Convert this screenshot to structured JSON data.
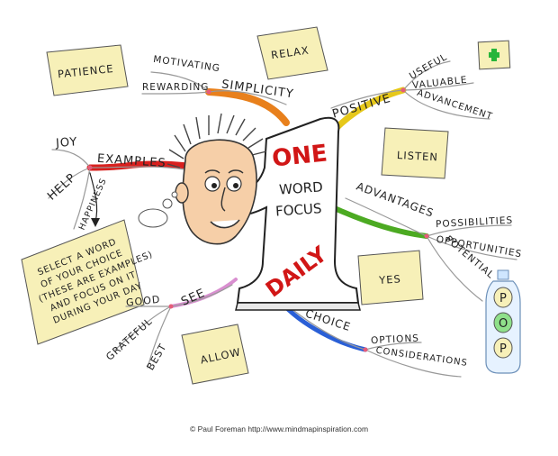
{
  "center": {
    "one": "ONE",
    "word": "WORD",
    "focus": "FOCUS",
    "daily": "DAILY"
  },
  "branches": {
    "simplicity": {
      "label": "SIMPLICITY",
      "children": [
        "MOTIVATING",
        "REWARDING"
      ]
    },
    "positive": {
      "label": "POSITIVE",
      "children": [
        "USEFUL",
        "VALUABLE",
        "ADVANCEMENT"
      ]
    },
    "examples": {
      "label": "EXAMPLES",
      "children": [
        "JOY",
        "HELP",
        "HAPPINESS"
      ]
    },
    "advantages": {
      "label": "ADVANTAGES",
      "children": [
        "POSSIBILITIES",
        "OPPORTUNITIES",
        "POTENTIAL"
      ]
    },
    "see": {
      "label": "SEE",
      "children": [
        "GOOD",
        "GRATEFUL",
        "BEST"
      ]
    },
    "choice": {
      "label": "CHOICE",
      "children": [
        "OPTIONS",
        "CONSIDERATIONS"
      ]
    }
  },
  "notes": {
    "patience": "PATIENCE",
    "relax": "RELAX",
    "listen": "LISTEN",
    "yes": "YES",
    "allow": "ALLOW",
    "select": [
      "SELECT A WORD",
      "OF YOUR CHOICE",
      "(THESE ARE EXAMPLES)",
      "AND FOCUS ON IT",
      "DURING YOUR DAY"
    ]
  },
  "bottle_letters": [
    "P",
    "O",
    "P"
  ],
  "credit": "© Paul Foreman http://www.mindmapinspiration.com",
  "colors": {
    "simplicity": "#e8801c",
    "positive": "#e6c81a",
    "examples": "#d8201e",
    "advantages": "#4caa22",
    "see": "#d98fd0",
    "choice": "#2a5fd6",
    "note": "#f7f0b8",
    "plus": "#27b53a",
    "accent_red": "#d11616"
  }
}
